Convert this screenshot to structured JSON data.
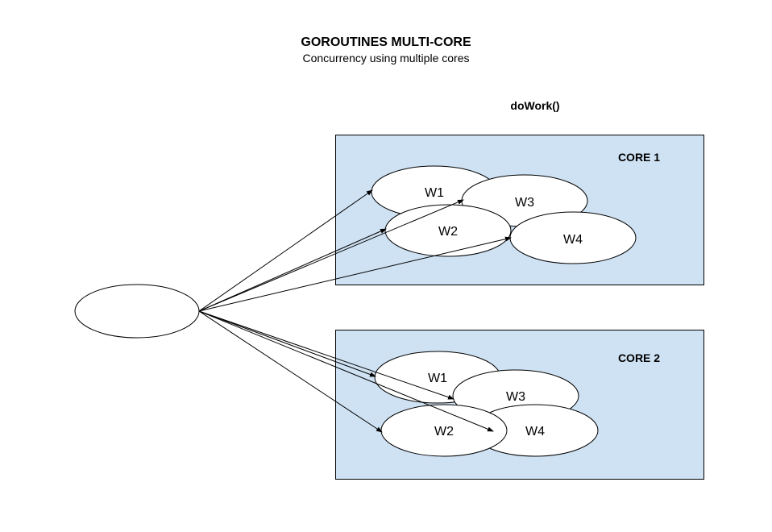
{
  "title": "GOROUTINES MULTI-CORE",
  "subtitle": "Concurrency using multiple cores",
  "function_label": "doWork()",
  "cores": [
    {
      "label": "CORE 1",
      "workers": [
        "W1",
        "W3",
        "W2",
        "W4"
      ]
    },
    {
      "label": "CORE 2",
      "workers": [
        "W1",
        "W3",
        "W4",
        "W2"
      ]
    }
  ],
  "colors": {
    "core_fill": "#cfe2f3",
    "stroke": "#000000",
    "background": "#ffffff"
  }
}
